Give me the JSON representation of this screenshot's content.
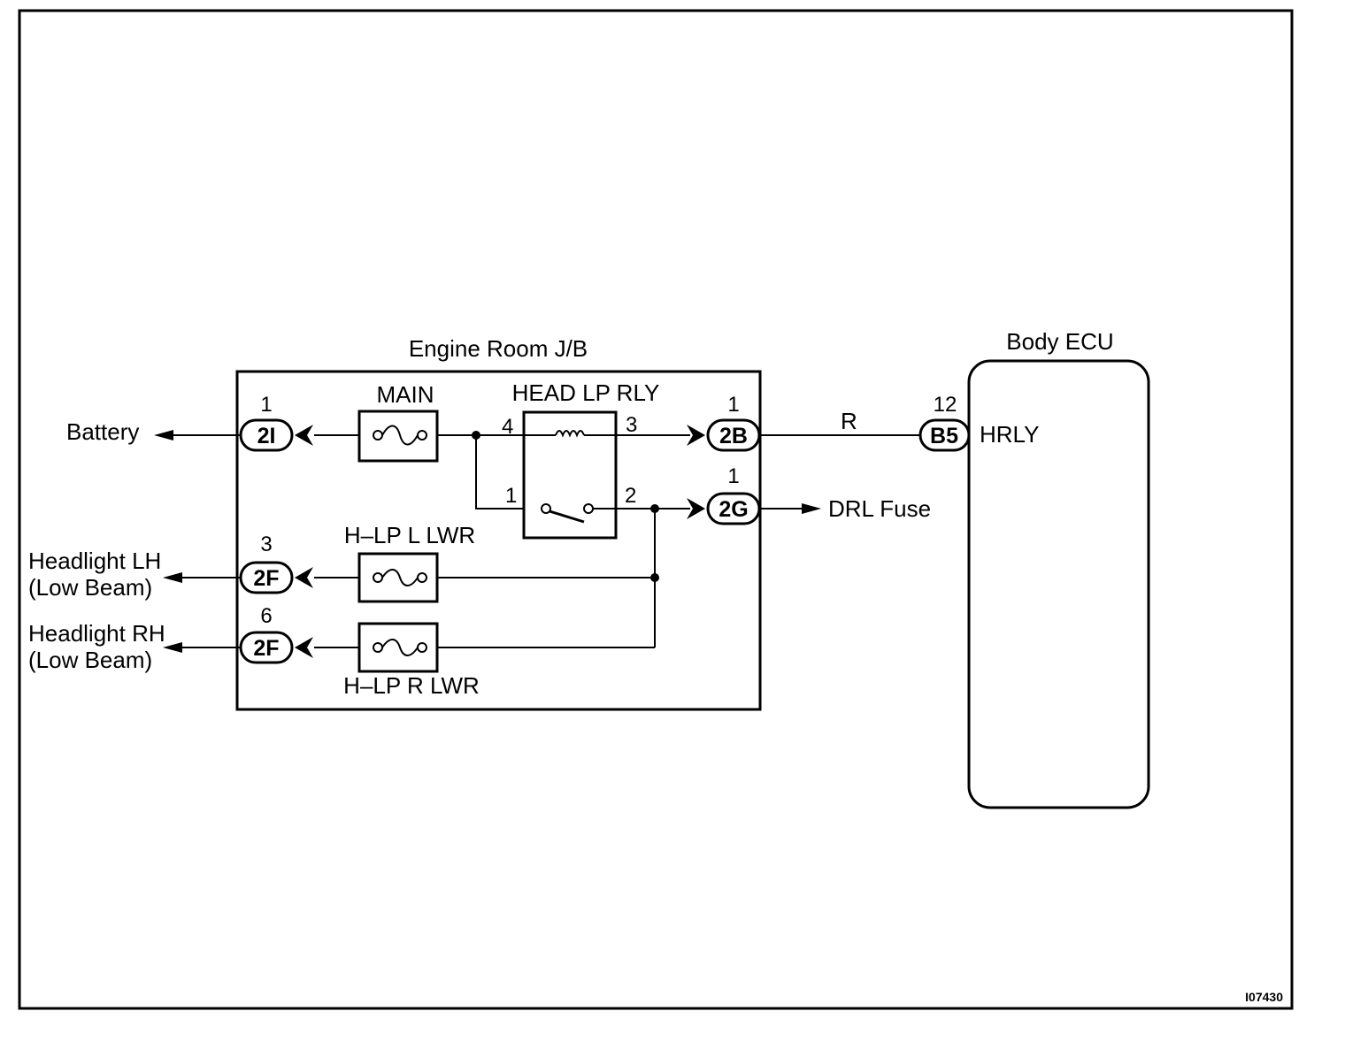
{
  "diagram": {
    "junction_block_label": "Engine Room J/B",
    "ecu_label": "Body ECU",
    "figure_id": "I07430",
    "fuses": {
      "main": "MAIN",
      "lo_left": "H–LP L LWR",
      "lo_right": "H–LP R LWR"
    },
    "relay": {
      "label": "HEAD LP RLY",
      "pin_4": "4",
      "pin_3": "3",
      "pin_1": "1",
      "pin_2": "2"
    },
    "connectors": {
      "c2i": {
        "id": "2I",
        "pin": "1"
      },
      "c2b": {
        "id": "2B",
        "pin": "1"
      },
      "c2g": {
        "id": "2G",
        "pin": "1"
      },
      "c2f_left": {
        "id": "2F",
        "pin": "3"
      },
      "c2f_right": {
        "id": "2F",
        "pin": "6"
      },
      "cb5": {
        "id": "B5",
        "pin": "12"
      }
    },
    "wire_color_label": "R",
    "ecu_terminal": "HRLY",
    "external": {
      "battery": "Battery",
      "drl_fuse": "DRL Fuse",
      "headlight_lh": "Headlight LH",
      "headlight_rh": "Headlight RH",
      "low_beam": "(Low Beam)"
    }
  }
}
